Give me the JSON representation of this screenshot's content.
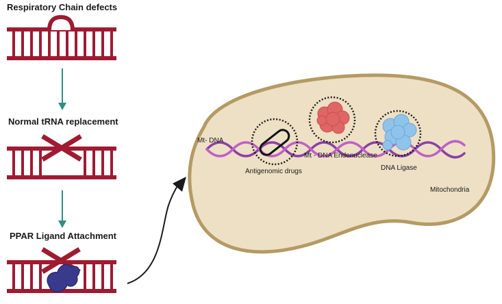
{
  "steps": [
    {
      "label": "Respiratory Chain defects"
    },
    {
      "label": "Normal tRNA replacement"
    },
    {
      "label": "PPAR Ligand Attachment"
    }
  ],
  "mitochondrion": {
    "dna_label": "Mt- DNA",
    "organelle_label": "Mitochondria",
    "therapies": [
      {
        "label": "Antigenomic drugs"
      },
      {
        "label": "Mt - DNA Endonuclease"
      },
      {
        "label": "DNA Ligase"
      }
    ]
  },
  "colors": {
    "dna_ladder": "#9e1b32",
    "flow_arrow": "#2f8d85",
    "ligand": "#3a3a8c",
    "mito_fill": "#ede0c4",
    "mito_border": "#b59a64",
    "helix_a": "#8b3fa8",
    "helix_b": "#c05fc7",
    "endonuclease": "#e06666",
    "ligase": "#8fc3ea"
  },
  "icons": [
    "dna-ladder-icon",
    "cross-icon",
    "ligand-blob-icon",
    "helix-icon",
    "pill-icon",
    "protein-icon"
  ]
}
